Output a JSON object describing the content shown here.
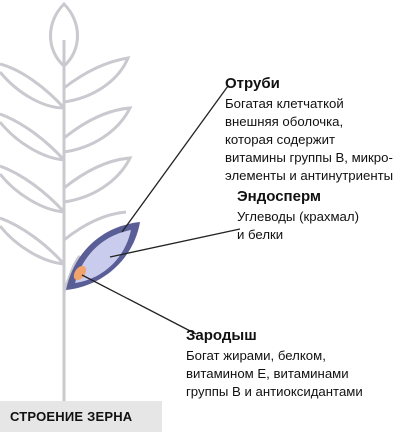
{
  "labels": {
    "bran": {
      "title": "Отруби",
      "text": "Богатая клетчаткой\nвнешняя оболочка,\nкоторая содержит\nвитамины группы B, микро-\nэлементы и антинутриенты"
    },
    "endosperm": {
      "title": "Эндосперм",
      "text": "Углеводы (крахмал)\nи белки"
    },
    "germ": {
      "title": "Зародыш",
      "text": "Богат жирами, белком,\nвитамином E, витаминами\nгруппы B и антиоксидантами"
    }
  },
  "caption": "СТРОЕНИЕ ЗЕРНА",
  "colors": {
    "stalk": "#c9c9cf",
    "bran": "#5a5e97",
    "endosperm": "#c9ccec",
    "germ": "#f0a36a",
    "pointer": "#222222",
    "caption_bg": "#e6e6e6"
  }
}
